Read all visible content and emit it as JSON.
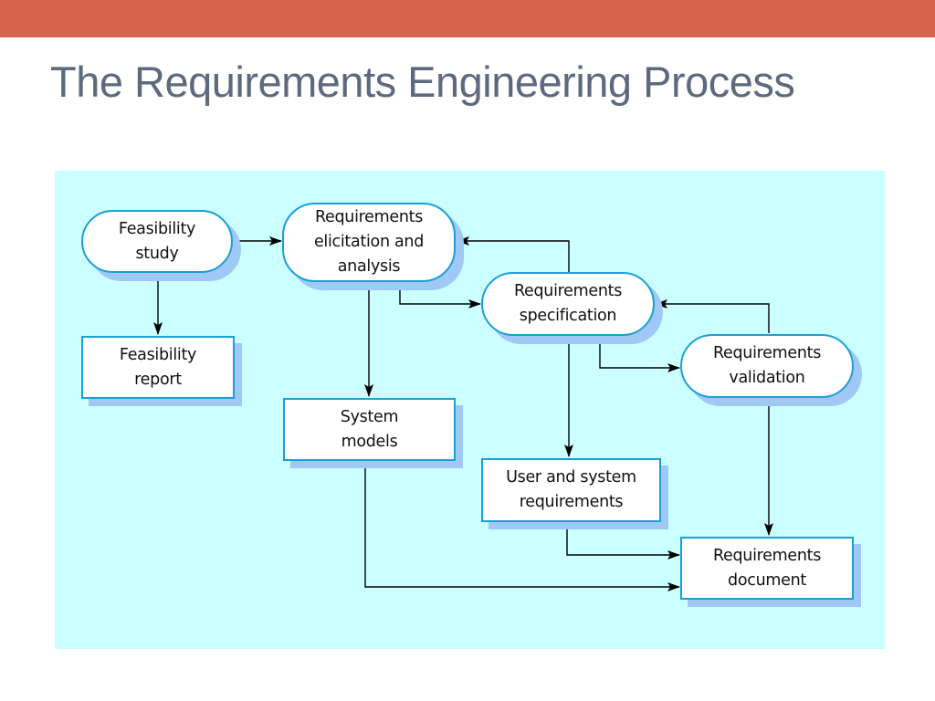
{
  "slide": {
    "title": "The Requirements Engineering Process"
  },
  "colors": {
    "top_bar": "#d5644b",
    "title_text": "#5d6a7e",
    "panel_background": "#ccffff",
    "node_border": "#1a9fd6",
    "node_shadow": "#9fc9f4",
    "arrow": "#000000"
  },
  "diagram": {
    "processes": {
      "feasibility_study": "Feasibility\nstudy",
      "elicitation": "Requirements\nelicitation and\nanalysis",
      "specification": "Requirements\nspecification",
      "validation": "Requirements\nvalidation"
    },
    "documents": {
      "feasibility_report": "Feasibility\nreport",
      "system_models": "System\nmodels",
      "user_system_requirements": "User and system\nrequirements",
      "requirements_document": "Requirements\ndocument"
    },
    "edges": [
      {
        "from": "Feasibility study",
        "to": "Requirements elicitation and analysis"
      },
      {
        "from": "Feasibility study",
        "to": "Feasibility report"
      },
      {
        "from": "Requirements elicitation and analysis",
        "to": "System models"
      },
      {
        "from": "Requirements elicitation and analysis",
        "to": "Requirements specification"
      },
      {
        "from": "Requirements specification",
        "to": "Requirements elicitation and analysis"
      },
      {
        "from": "Requirements specification",
        "to": "User and system requirements"
      },
      {
        "from": "Requirements specification",
        "to": "Requirements validation"
      },
      {
        "from": "Requirements validation",
        "to": "Requirements specification"
      },
      {
        "from": "Requirements validation",
        "to": "Requirements document"
      },
      {
        "from": "User and system requirements",
        "to": "Requirements document"
      },
      {
        "from": "System models",
        "to": "Requirements document"
      }
    ]
  }
}
